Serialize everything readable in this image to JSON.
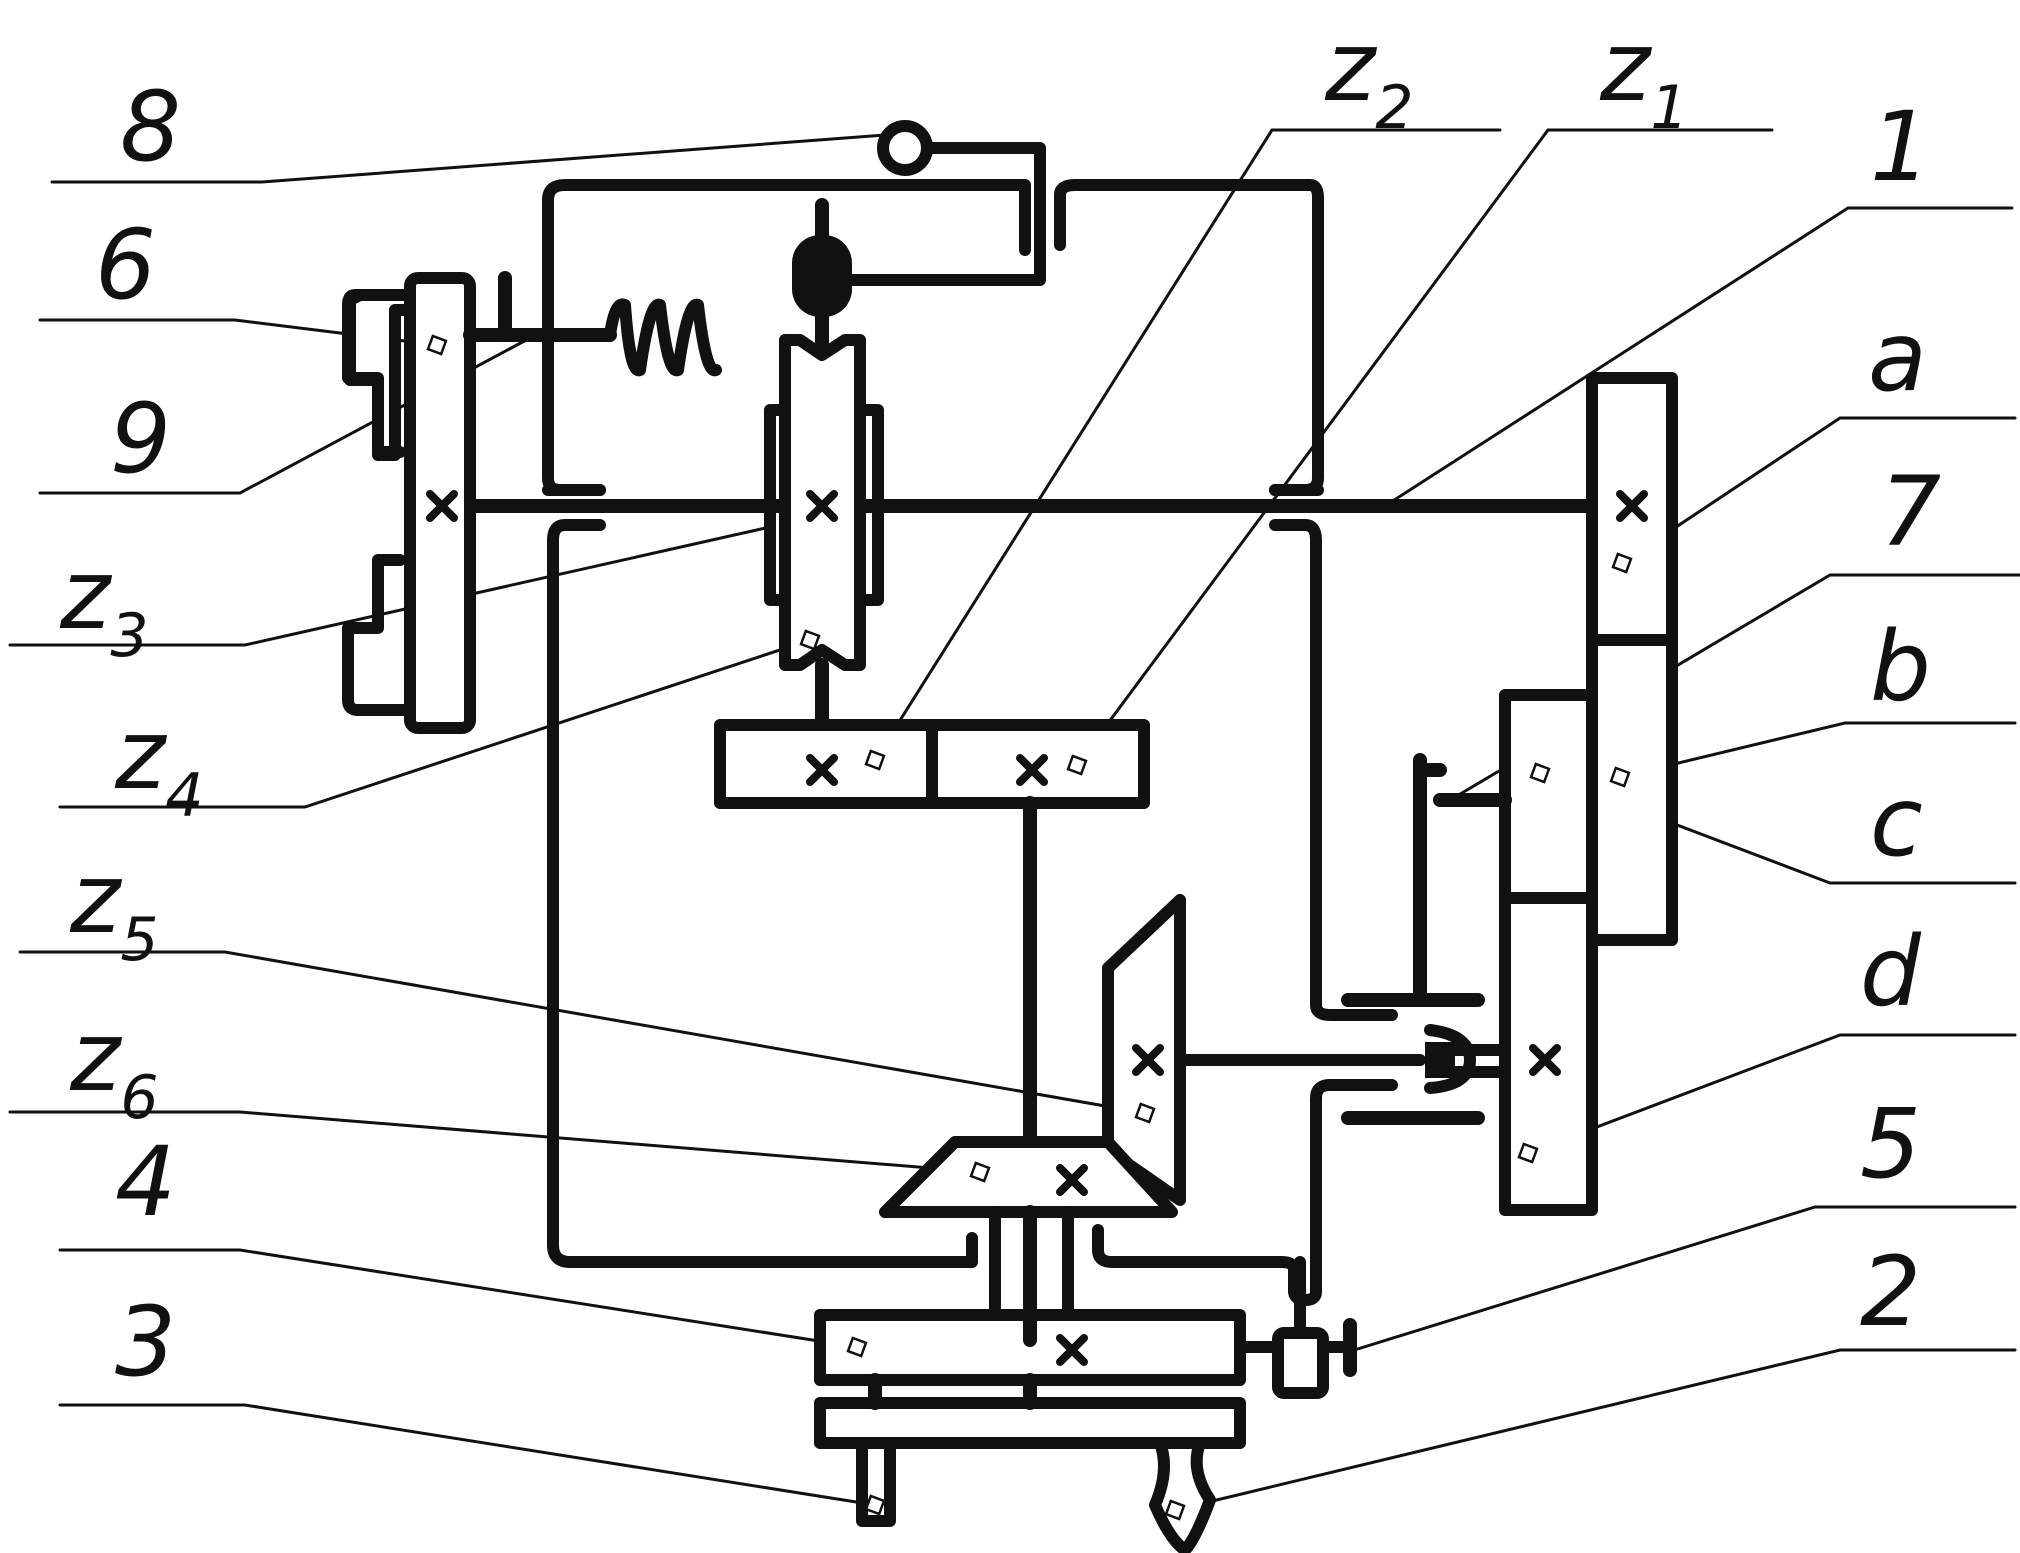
{
  "labels": {
    "l8": "8",
    "l6": "6",
    "l9": "9",
    "z3": {
      "base": "z",
      "sub": "3"
    },
    "z4": {
      "base": "z",
      "sub": "4"
    },
    "z5": {
      "base": "z",
      "sub": "5"
    },
    "z6": {
      "base": "z",
      "sub": "6"
    },
    "l4": "4",
    "l3": "3",
    "z2": {
      "base": "z",
      "sub": "2"
    },
    "z1": {
      "base": "z",
      "sub": "1"
    },
    "l1": "1",
    "la": "a",
    "l7": "7",
    "lb": "b",
    "lc": "c",
    "ld": "d",
    "l5": "5",
    "l2": "2"
  },
  "colors": {
    "ink": "#111111",
    "paper": "#ffffff"
  }
}
